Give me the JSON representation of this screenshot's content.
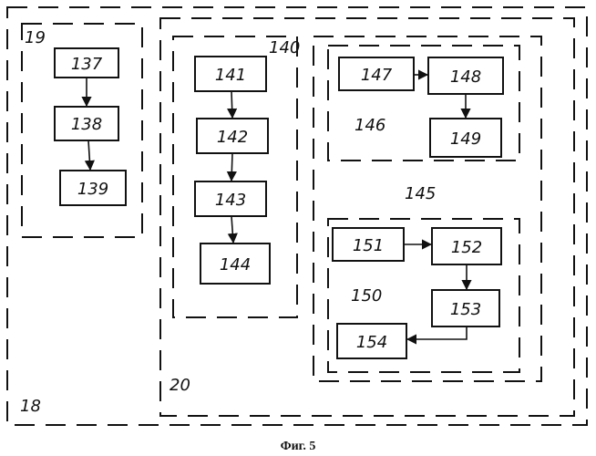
{
  "regions": {
    "r18": "18",
    "r19": "19",
    "r20": "20",
    "r140": "140",
    "r145": "145",
    "r146": "146",
    "r150": "150"
  },
  "blocks": {
    "b137": "137",
    "b138": "138",
    "b139": "139",
    "b141": "141",
    "b142": "142",
    "b143": "143",
    "b144": "144",
    "b147": "147",
    "b148": "148",
    "b149": "149",
    "b151": "151",
    "b152": "152",
    "b153": "153",
    "b154": "154"
  },
  "caption": "Фиг. 5"
}
